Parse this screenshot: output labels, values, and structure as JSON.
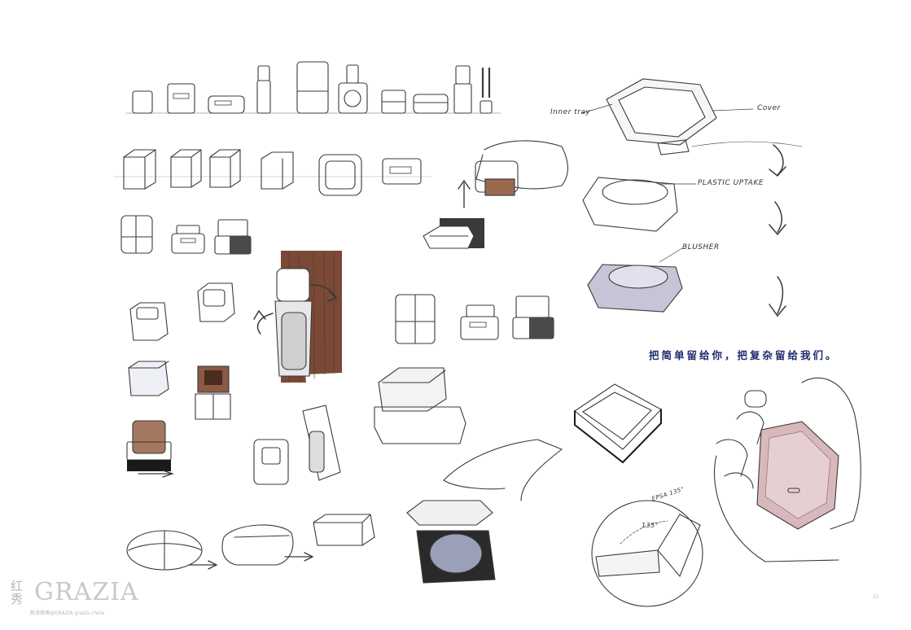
{
  "labels": {
    "inner_tray": "Inner tray",
    "cover": "Cover",
    "plastic_uptake": "PLASTIC UPTAKE",
    "blusher": "BLUSHER",
    "angle_1": "135°",
    "angle_2": "EPSA 135°"
  },
  "tagline": "把简单留给你，把复杂留给我们。",
  "logo": {
    "chinese": "红秀",
    "brand": "GRAZIA",
    "social": "新浪微博@GRAZIA  grazia china"
  },
  "page_number": "31",
  "colors": {
    "ink": "#333333",
    "wood": "#7a4a36",
    "blush_pink": "#d9b8bb",
    "tagline_blue": "#1c2a6e",
    "lavender": "#c9c3d8"
  }
}
